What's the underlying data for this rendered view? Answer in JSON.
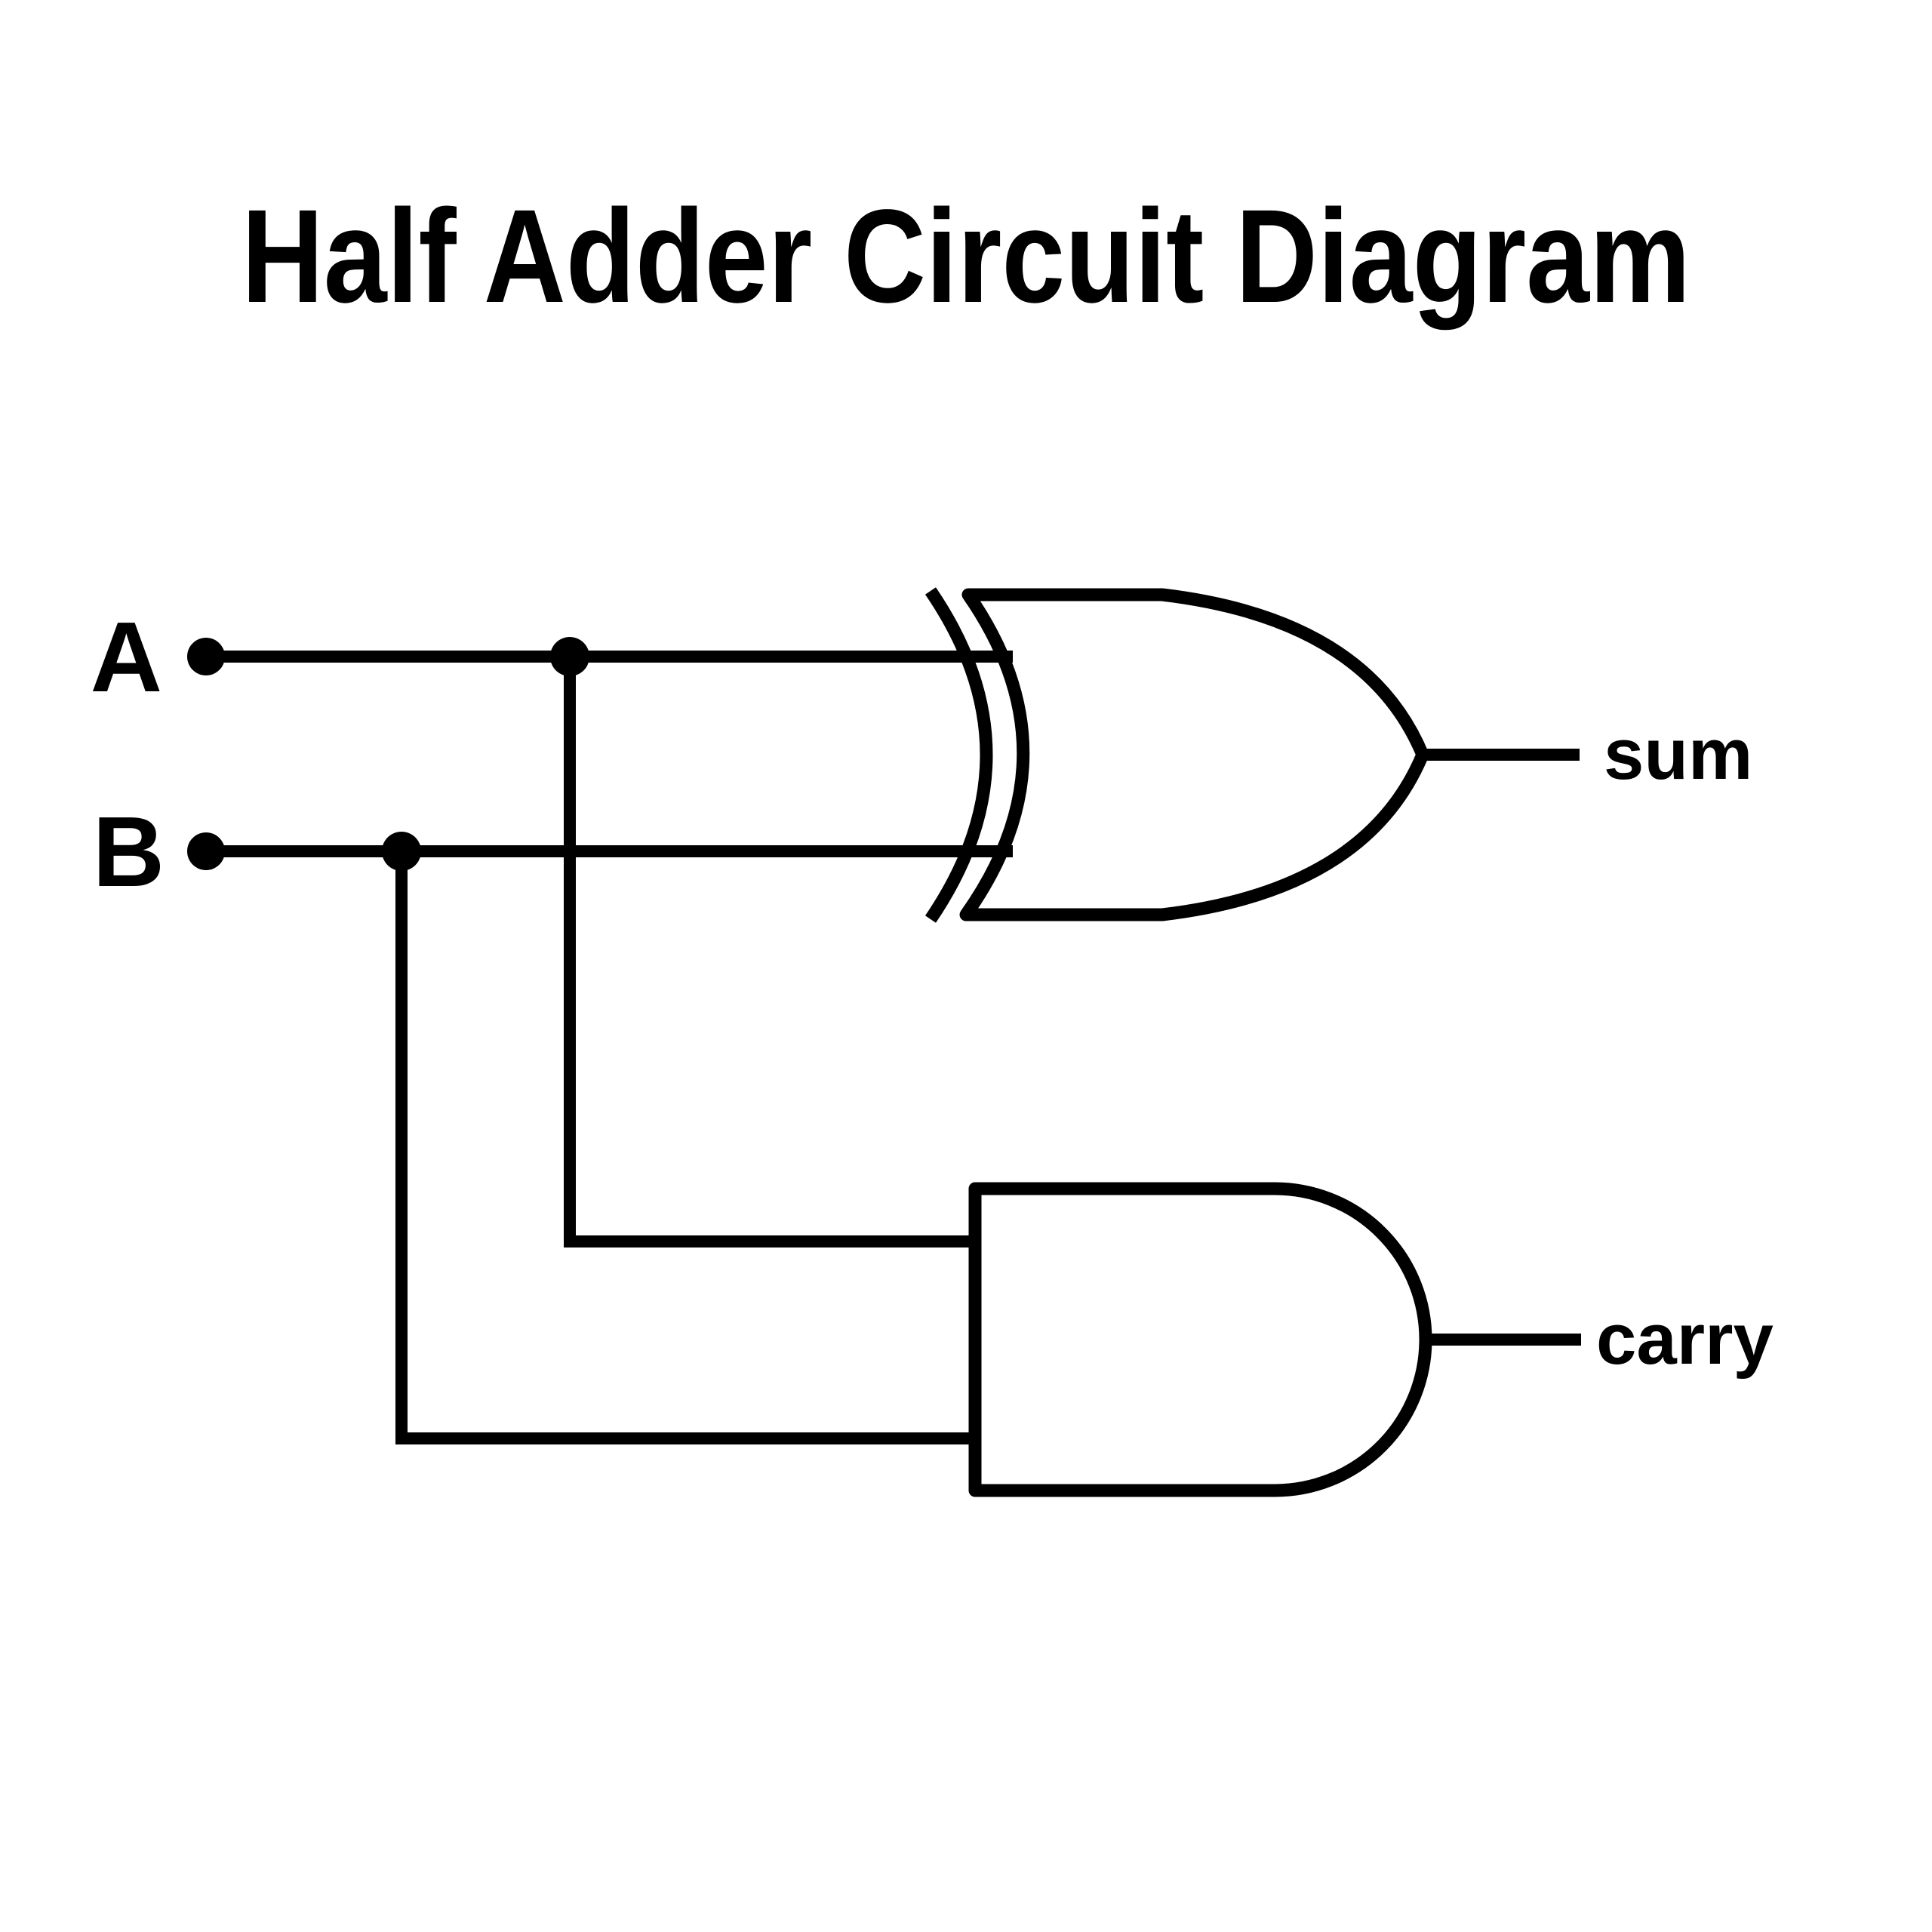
{
  "title": "Half Adder Circuit Diagram",
  "colors": {
    "ink": "#000000",
    "background": "#ffffff"
  },
  "inputs": [
    {
      "id": "A",
      "label": "A"
    },
    {
      "id": "B",
      "label": "B"
    }
  ],
  "outputs": [
    {
      "id": "sum",
      "label": "sum"
    },
    {
      "id": "carry",
      "label": "carry"
    }
  ],
  "gates": [
    {
      "type": "XOR",
      "inputs": [
        "A",
        "B"
      ],
      "output": "sum"
    },
    {
      "type": "AND",
      "inputs": [
        "A",
        "B"
      ],
      "output": "carry"
    }
  ],
  "connections": [
    {
      "from": "A",
      "to": [
        "XOR.in1",
        "AND.in1"
      ],
      "junction": true
    },
    {
      "from": "B",
      "to": [
        "XOR.in2",
        "AND.in2"
      ],
      "junction": true
    },
    {
      "from": "XOR.out",
      "to": "sum"
    },
    {
      "from": "AND.out",
      "to": "carry"
    }
  ]
}
